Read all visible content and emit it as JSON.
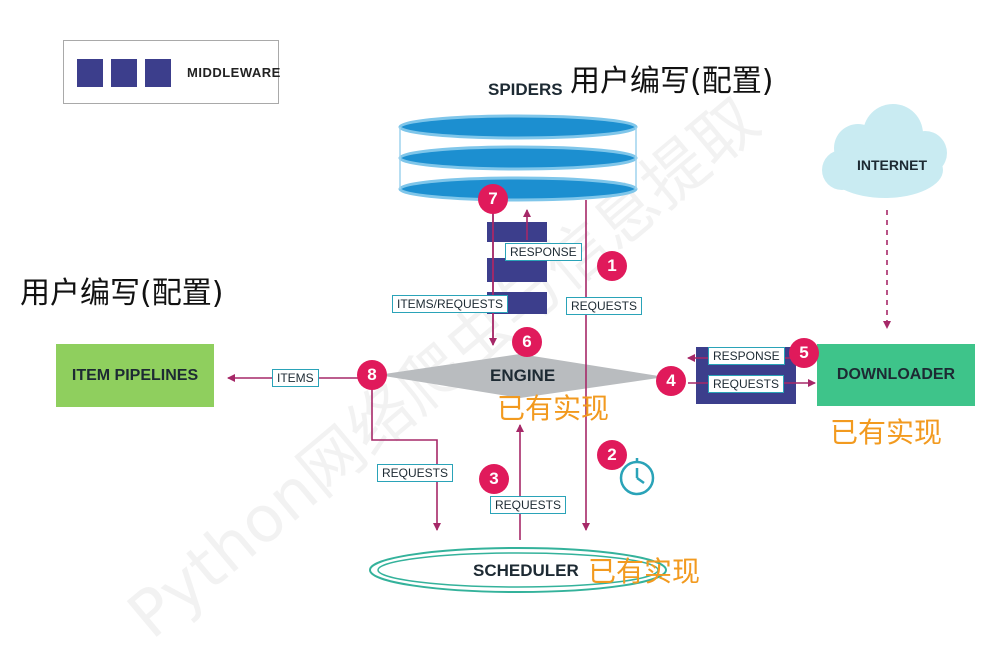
{
  "legend": {
    "label": "MIDDLEWARE"
  },
  "components": {
    "spiders": "SPIDERS",
    "engine": "ENGINE",
    "scheduler": "SCHEDULER",
    "downloader": "DOWNLOADER",
    "item_pipelines": "ITEM PIPELINES",
    "internet": "INTERNET"
  },
  "flow_labels": {
    "response_spider": "RESPONSE",
    "items_requests": "ITEMS/REQUESTS",
    "requests_1": "REQUESTS",
    "items": "ITEMS",
    "requests_8": "REQUESTS",
    "requests_3": "REQUESTS",
    "response_downloader": "RESPONSE",
    "requests_downloader": "REQUESTS"
  },
  "steps": [
    "1",
    "2",
    "3",
    "4",
    "5",
    "6",
    "7",
    "8"
  ],
  "annotations": {
    "user_written_top": "用户编写(配置)",
    "user_written_left": "用户编写(配置)",
    "implemented_engine": "已有实现",
    "implemented_downloader": "已有实现",
    "implemented_scheduler": "已有实现"
  },
  "watermark": "Python网络爬虫与信息提取",
  "colors": {
    "middleware": "#3c3e8c",
    "step_badge": "#e01a5b",
    "spider_disc": "#1c8fd0",
    "pipelines": "#8fcf5e",
    "downloader": "#3ec48a",
    "internet_cloud": "#c9ebf2",
    "engine": "#b9bcbf",
    "arrow": "#a62868"
  }
}
